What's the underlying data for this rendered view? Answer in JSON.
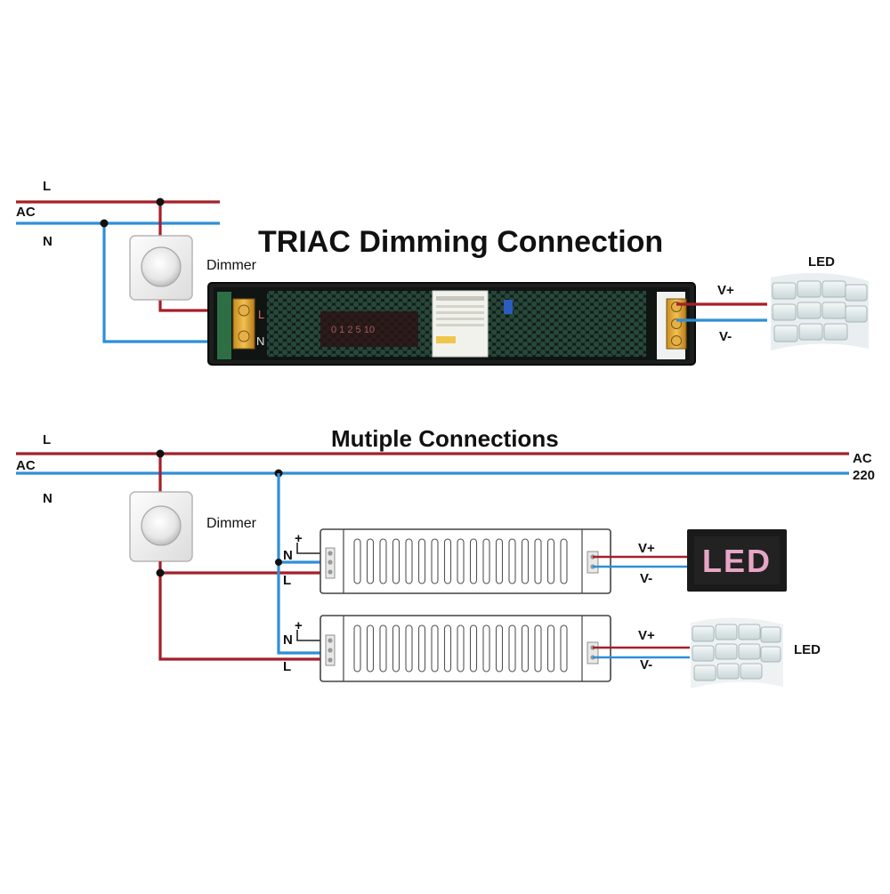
{
  "top": {
    "title": "TRIAC Dimming Connection",
    "l_label": "L",
    "ac_label": "AC",
    "n_label": "N",
    "dimmer_label": "Dimmer",
    "vplus_label": "V+",
    "vminus_label": "V-",
    "led_label": "LED",
    "terminal_l": "L",
    "terminal_n": "N"
  },
  "bottom": {
    "title": "Mutiple Connections",
    "l_label": "L",
    "ac_label": "AC",
    "n_label": "N",
    "ac_right_label": "AC",
    "voltage_label": "220",
    "dimmer_label": "Dimmer",
    "driver1": {
      "plus_label": "+",
      "n_label": "N",
      "l_label": "L",
      "vplus_label": "V+",
      "vminus_label": "V-"
    },
    "driver2": {
      "plus_label": "+",
      "n_label": "N",
      "l_label": "L",
      "vplus_label": "V+",
      "vminus_label": "V-",
      "led_label": "LED"
    },
    "led_sign_text": "LED"
  },
  "colors": {
    "live_wire": "#a3202a",
    "neutral_wire": "#2e8fd8",
    "driver_body": "#1c1f1d",
    "led_sign_bg": "#1a1a1a",
    "led_sign_text": "#e7a6c6"
  }
}
